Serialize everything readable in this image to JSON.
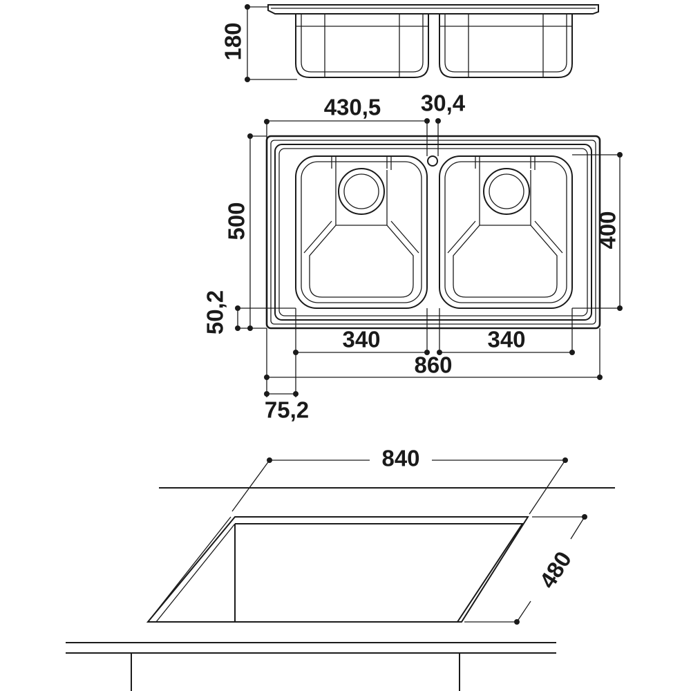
{
  "side_view": {
    "height_label": "180"
  },
  "top_view": {
    "left_bowl_center_label": "430,5",
    "tap_hole_label": "30,4",
    "overall_depth_label": "500",
    "bowl_depth_label": "400",
    "front_rim_label": "50,2",
    "left_bowl_width_label": "340",
    "right_bowl_width_label": "340",
    "overall_width_label": "860",
    "side_rim_label": "75,2"
  },
  "cutout_view": {
    "cutout_width_label": "840",
    "cutout_depth_label": "480"
  }
}
